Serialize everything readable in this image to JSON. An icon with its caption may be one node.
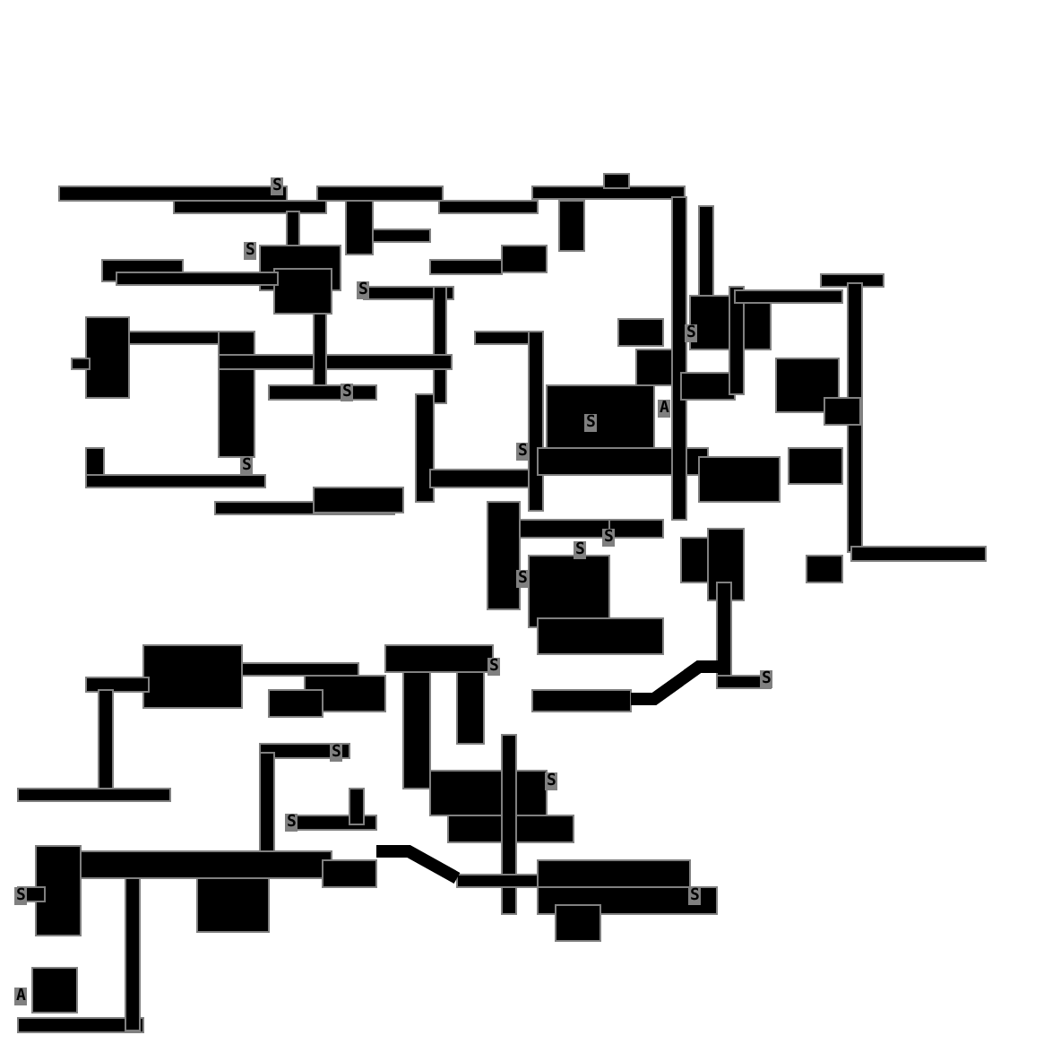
{
  "diagram": {
    "labels": [
      "S",
      "S",
      "S",
      "S",
      "S",
      "A",
      "S",
      "S",
      "S",
      "S",
      "S",
      "S",
      "S",
      "S",
      "S",
      "S",
      "S",
      "S",
      "S",
      "A"
    ]
  }
}
